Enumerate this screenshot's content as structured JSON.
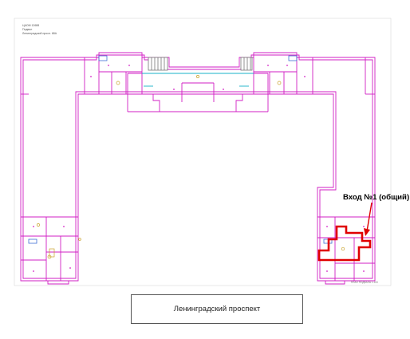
{
  "header": {
    "line1": "ЦАОМ 12688",
    "line2": "Подвал",
    "line3": "Ленинградский просп. 68А"
  },
  "entrance": {
    "label": "Вход №1 (общий)",
    "highlight_color": "#e00000"
  },
  "drawing": {
    "wall_color": "#d21fc4",
    "blue_color": "#3f6fd4",
    "cyan_color": "#17b2c8",
    "detail_color": "#c9a32c",
    "grey_color": "#777777"
  },
  "stamp": "ПЛАН ПОДВАЛА 1:100",
  "street": {
    "label": "Ленинградский проспект"
  }
}
